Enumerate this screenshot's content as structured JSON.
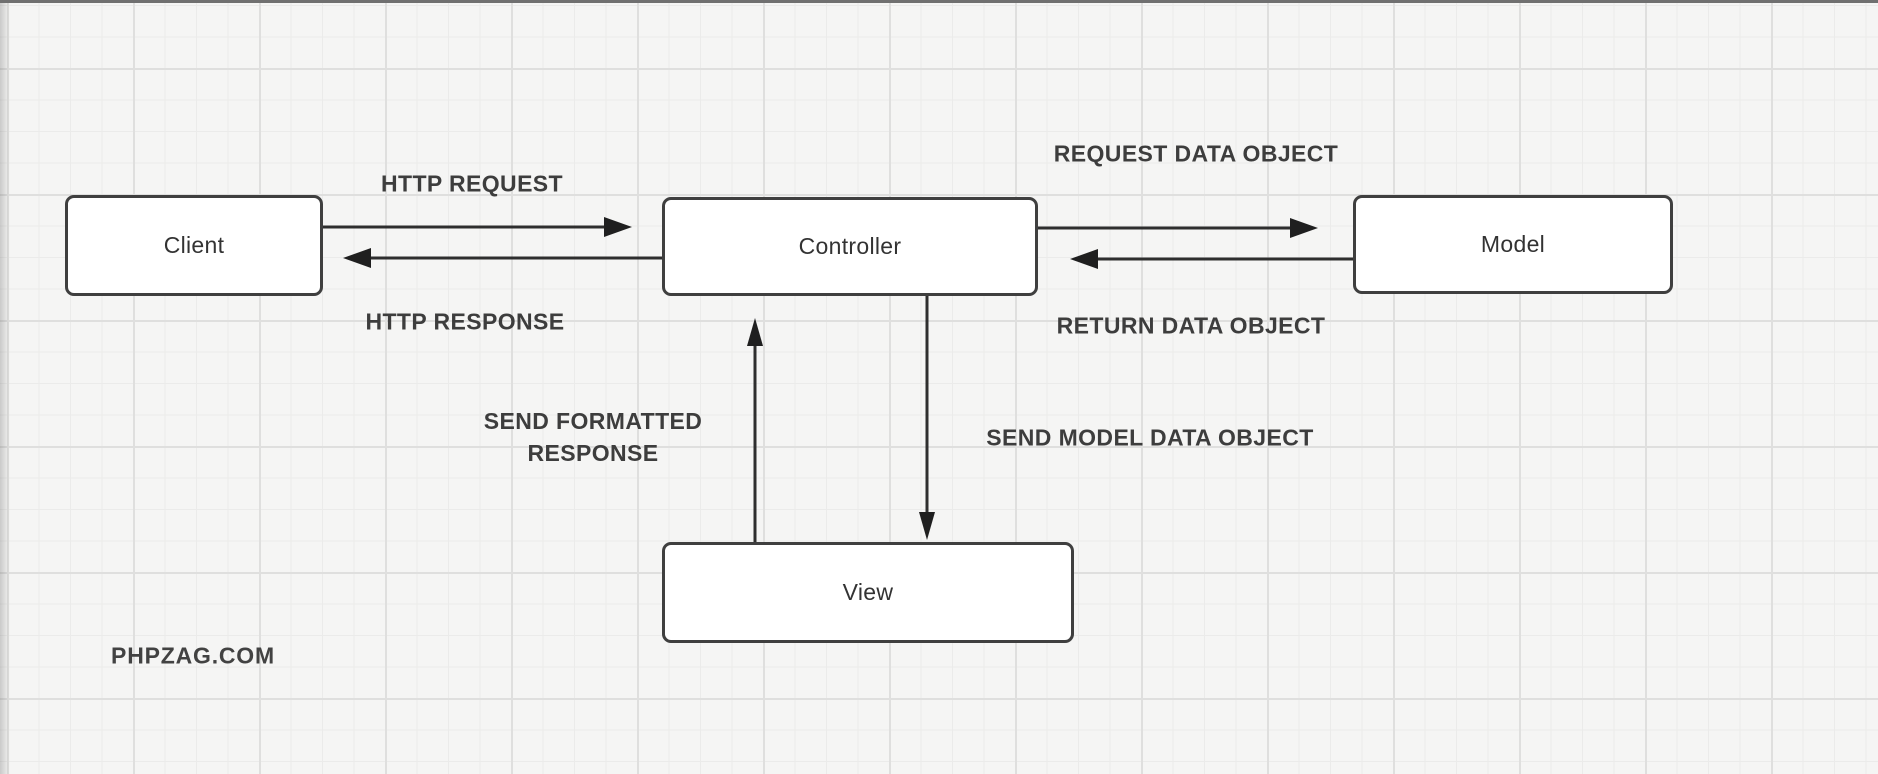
{
  "nodes": {
    "client": {
      "label": "Client"
    },
    "controller": {
      "label": "Controller"
    },
    "model": {
      "label": "Model"
    },
    "view": {
      "label": "View"
    }
  },
  "edges": {
    "http_request": {
      "label": "HTTP REQUEST",
      "from": "Client",
      "to": "Controller"
    },
    "http_response": {
      "label": "HTTP RESPONSE",
      "from": "Controller",
      "to": "Client"
    },
    "request_data_object": {
      "label": "REQUEST DATA OBJECT",
      "from": "Controller",
      "to": "Model"
    },
    "return_data_object": {
      "label": "RETURN DATA OBJECT",
      "from": "Model",
      "to": "Controller"
    },
    "send_formatted_response": {
      "label": "SEND FORMATTED RESPONSE",
      "from": "View",
      "to": "Controller"
    },
    "send_model_data_object": {
      "label": "SEND MODEL DATA OBJECT",
      "from": "Controller",
      "to": "View"
    }
  },
  "watermark": {
    "text": "PHPZAG.COM"
  },
  "colors": {
    "background": "#f5f5f4",
    "grid_minor": "#ebebea",
    "grid_major": "#dfdfde",
    "box_fill": "#ffffff",
    "box_border": "#3f3f3f",
    "arrow_stroke": "#2e2e2e",
    "label_text": "#3d3d3d",
    "top_edge": "#707070"
  }
}
